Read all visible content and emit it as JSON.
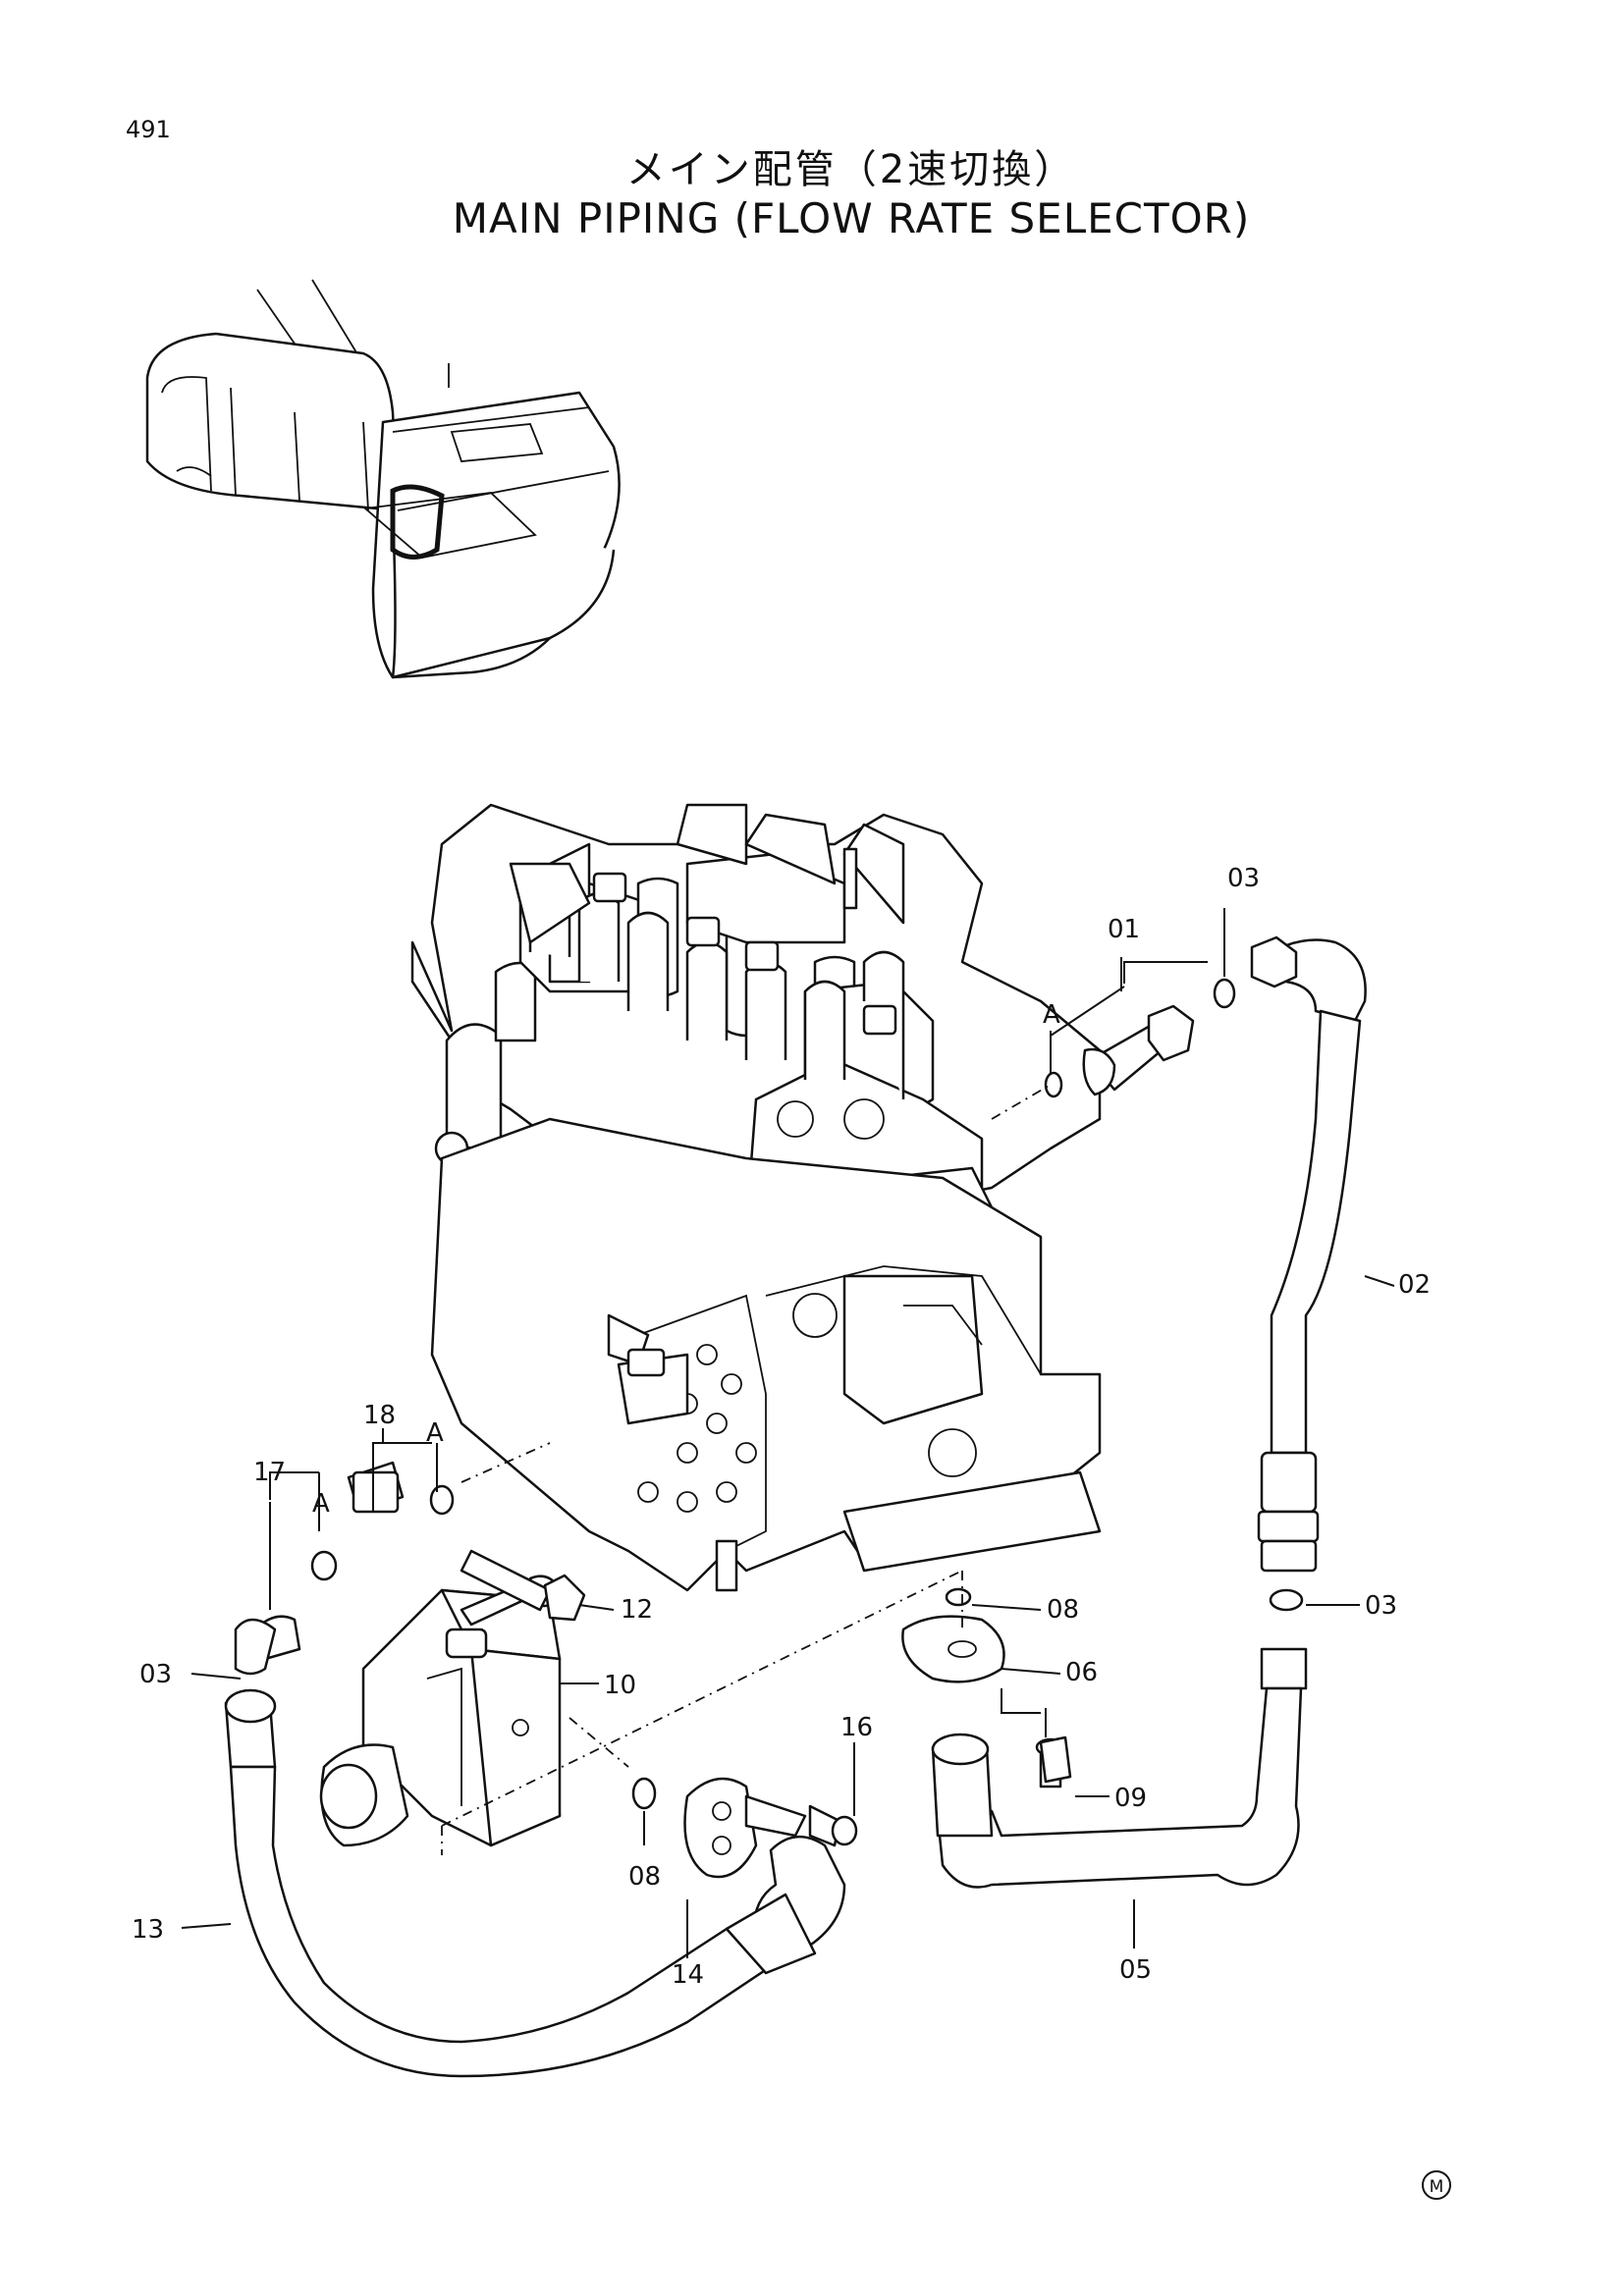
{
  "page": {
    "number": "491",
    "title_jp": "メイン配管（2速切換）",
    "title_en": "MAIN PIPING (FLOW RATE SELECTOR)",
    "corner_mark": "M"
  },
  "callouts": {
    "p01": "01",
    "p02": "02",
    "p03a": "03",
    "p03b": "03",
    "p03c": "03",
    "p05": "05",
    "p06": "06",
    "p08a": "08",
    "p08b": "08",
    "p09": "09",
    "p10": "10",
    "p12": "12",
    "p13": "13",
    "p14": "14",
    "p16": "16",
    "p17": "17",
    "p18": "18",
    "refA1": "A",
    "refA2": "A",
    "refA3": "A"
  }
}
